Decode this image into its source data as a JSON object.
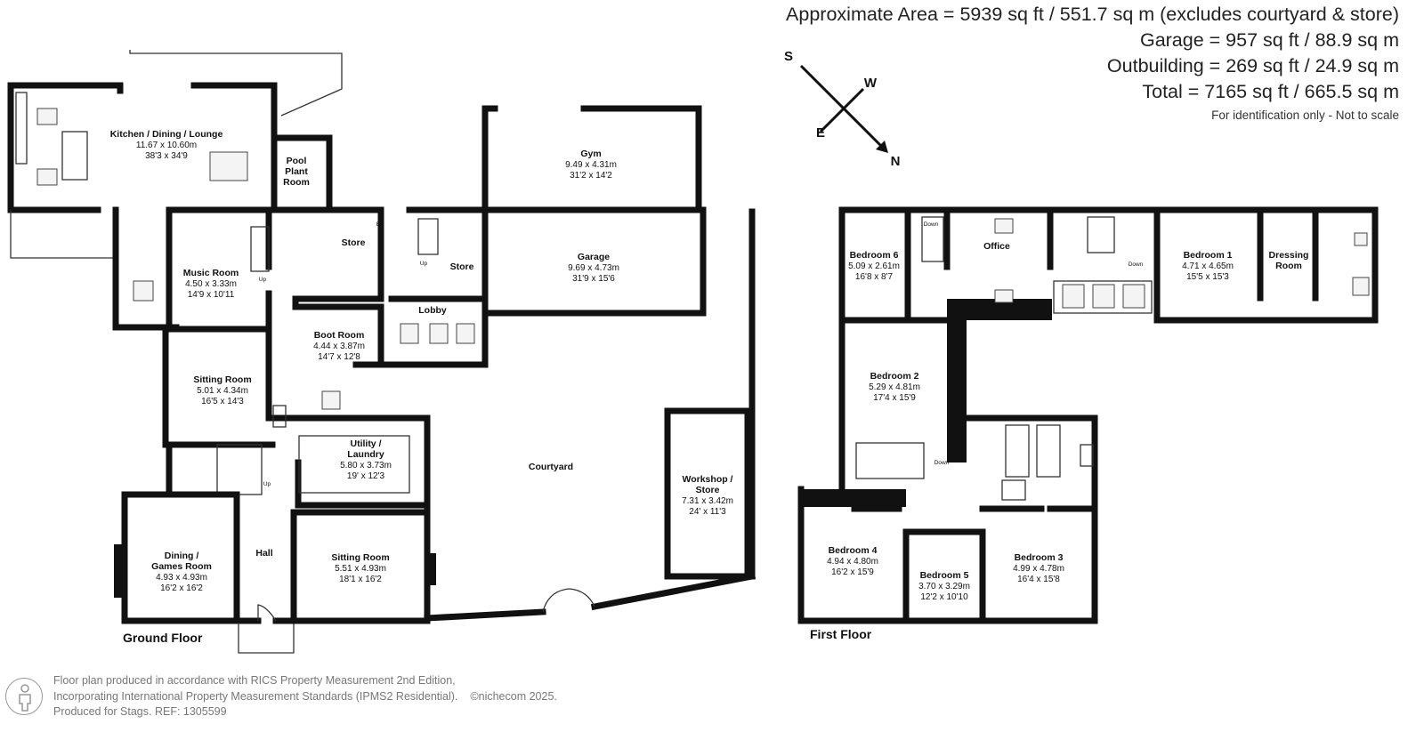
{
  "summary": {
    "approximate_area": "Approximate Area = 5939 sq ft / 551.7 sq m (excludes courtyard & store)",
    "garage": "Garage = 957 sq ft / 88.9 sq m",
    "outbuilding": "Outbuilding = 269 sq ft / 24.9 sq m",
    "total": "Total = 7165 sq ft / 665.5 sq m",
    "identification_note": "For identification only - Not to scale"
  },
  "compass": {
    "s": "S",
    "w": "W",
    "e": "E",
    "n": "N"
  },
  "floors": {
    "ground": "Ground Floor",
    "first": "First Floor"
  },
  "rooms": {
    "kitchen": {
      "name": "Kitchen / Dining / Lounge",
      "metric": "11.67 x 10.60m",
      "imperial": "38'3 x 34'9"
    },
    "pool_plant": {
      "line1": "Pool",
      "line2": "Plant",
      "line3": "Room"
    },
    "gym": {
      "name": "Gym",
      "metric": "9.49 x 4.31m",
      "imperial": "31'2 x 14'2"
    },
    "music": {
      "name": "Music Room",
      "metric": "4.50 x 3.33m",
      "imperial": "14'9 x 10'11"
    },
    "store1": {
      "name": "Store"
    },
    "store2": {
      "name": "Store"
    },
    "garage": {
      "name": "Garage",
      "metric": "9.69 x 4.73m",
      "imperial": "31'9 x 15'6"
    },
    "lobby": {
      "name": "Lobby"
    },
    "boot": {
      "name": "Boot Room",
      "metric": "4.44 x 3.87m",
      "imperial": "14'7 x 12'8"
    },
    "sitting1": {
      "name": "Sitting Room",
      "metric": "5.01 x 4.34m",
      "imperial": "16'5 x 14'3"
    },
    "utility": {
      "line1": "Utility /",
      "line2": "Laundry",
      "metric": "5.80 x 3.73m",
      "imperial": "19' x 12'3"
    },
    "courtyard": {
      "name": "Courtyard"
    },
    "workshop": {
      "line1": "Workshop /",
      "line2": "Store",
      "metric": "7.31 x 3.42m",
      "imperial": "24' x 11'3"
    },
    "dining": {
      "line1": "Dining /",
      "line2": "Games Room",
      "metric": "4.93 x 4.93m",
      "imperial": "16'2 x 16'2"
    },
    "hall": {
      "name": "Hall"
    },
    "sitting2": {
      "name": "Sitting Room",
      "metric": "5.51 x 4.93m",
      "imperial": "18'1 x 16'2"
    },
    "bedroom6": {
      "name": "Bedroom 6",
      "metric": "5.09 x 2.61m",
      "imperial": "16'8 x 8'7"
    },
    "office": {
      "name": "Office"
    },
    "bedroom1": {
      "name": "Bedroom 1",
      "metric": "4.71 x 4.65m",
      "imperial": "15'5 x 15'3"
    },
    "dressing": {
      "line1": "Dressing",
      "line2": "Room"
    },
    "bedroom2": {
      "name": "Bedroom 2",
      "metric": "5.29 x 4.81m",
      "imperial": "17'4 x 15'9"
    },
    "bedroom4": {
      "name": "Bedroom 4",
      "metric": "4.94 x 4.80m",
      "imperial": "16'2 x 15'9"
    },
    "bedroom5": {
      "name": "Bedroom 5",
      "metric": "3.70 x 3.29m",
      "imperial": "12'2 x 10'10"
    },
    "bedroom3": {
      "name": "Bedroom 3",
      "metric": "4.99 x 4.78m",
      "imperial": "16'4 x 15'8"
    }
  },
  "stair_labels": {
    "up": "Up",
    "down": "Down",
    "boiler": "B"
  },
  "footer": {
    "line1": "Floor plan produced in accordance with RICS Property Measurement 2nd Edition,",
    "line2": "Incorporating International Property Measurement Standards (IPMS2 Residential).",
    "brand": "©nichecom 2025.",
    "line3": "Produced for Stags.   REF: 1305599"
  }
}
